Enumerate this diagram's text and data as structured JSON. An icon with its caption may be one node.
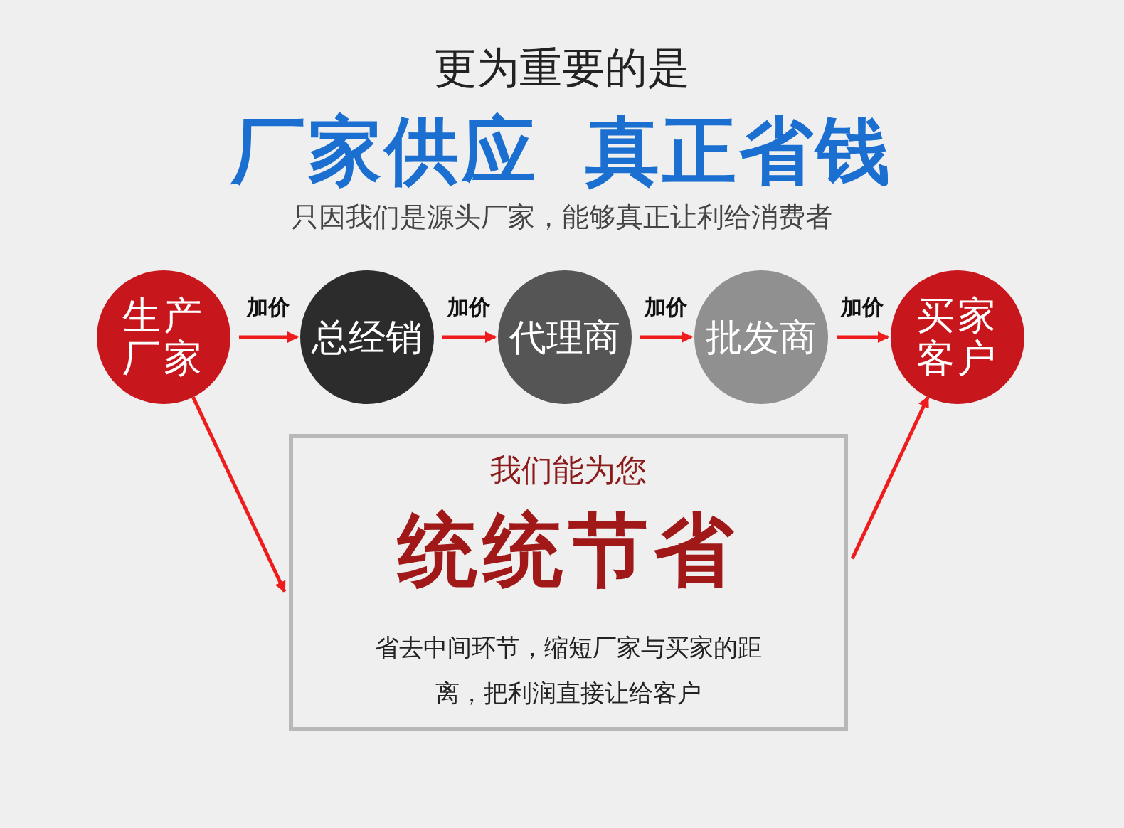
{
  "diagram": {
    "title": "厂家供应  真正省钱",
    "nodes": [
      {
        "text": [
          "生产厂家"
        ]
      },
      {
        "text": [
          "总经销"
        ]
      },
      {
        "text": [
          "代理商"
        ]
      },
      {
        "text": [
          "批发商"
        ]
      },
      {
        "text": [
          "买家客户"
        ]
      },
      {
        "text": [
          "我们能为您",
          "统统节省",
          "省去中间环节，缩短厂家与买家的距离，把利润直接让给客户"
        ]
      }
    ],
    "edges": [
      {
        "from": 0,
        "to": 1,
        "arrow": "to",
        "label": "加价"
      },
      {
        "from": 1,
        "to": 2,
        "arrow": "to",
        "label": "加价"
      },
      {
        "from": 2,
        "to": 3,
        "arrow": "to",
        "label": "加价"
      },
      {
        "from": 3,
        "to": 4,
        "arrow": "to",
        "label": "加价"
      },
      {
        "from": 0,
        "to": 5,
        "arrow": "to"
      },
      {
        "from": 5,
        "to": 4,
        "arrow": "to"
      }
    ],
    "labels": [
      "更为重要的是",
      "只因我们是源头厂家，能够真正让利给消费者"
    ]
  }
}
